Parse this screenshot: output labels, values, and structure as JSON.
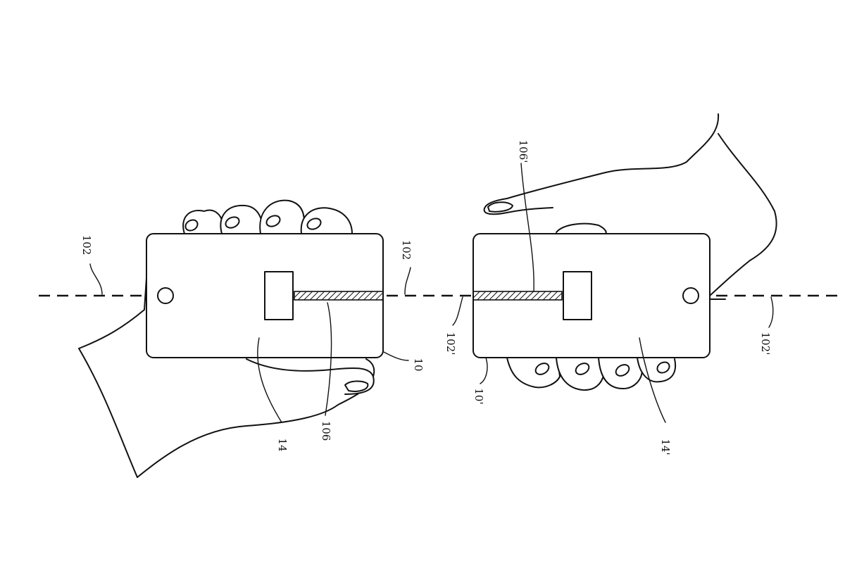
{
  "labels": {
    "left_axis_outer": "102",
    "left_axis_inner": "102",
    "left_device": "10",
    "left_module": "14",
    "left_link": "106",
    "right_axis_inner": "102'",
    "right_axis_outer": "102'",
    "right_device": "10'",
    "right_module": "14'",
    "right_link": "106'"
  }
}
